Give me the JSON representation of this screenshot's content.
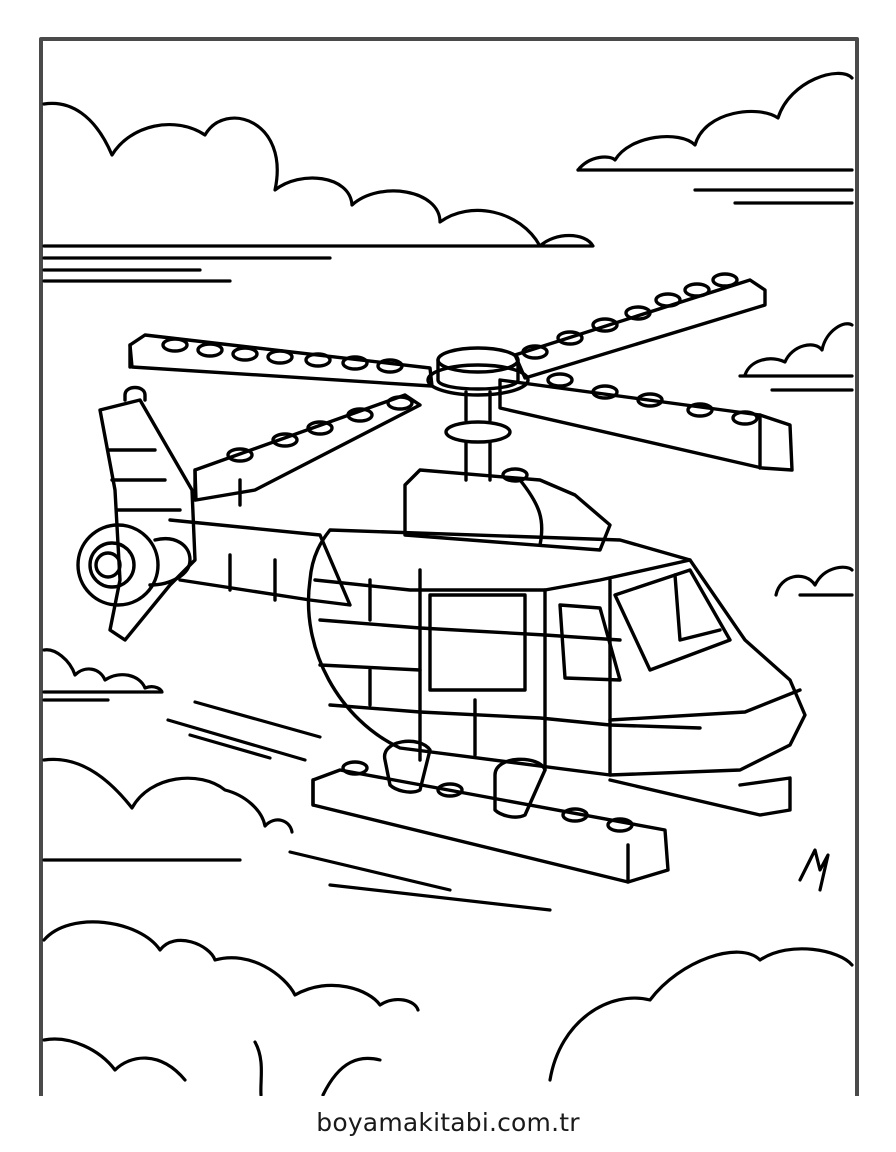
{
  "page": {
    "type": "coloring-page",
    "subject": "toy brick helicopter flying among clouds",
    "footer_text": "boyamakitabi.com.tr",
    "colors": {
      "background": "#ffffff",
      "frame_border": "#4a4a4a",
      "line_art": "#000000",
      "footer_text": "#1a1a1a"
    }
  }
}
